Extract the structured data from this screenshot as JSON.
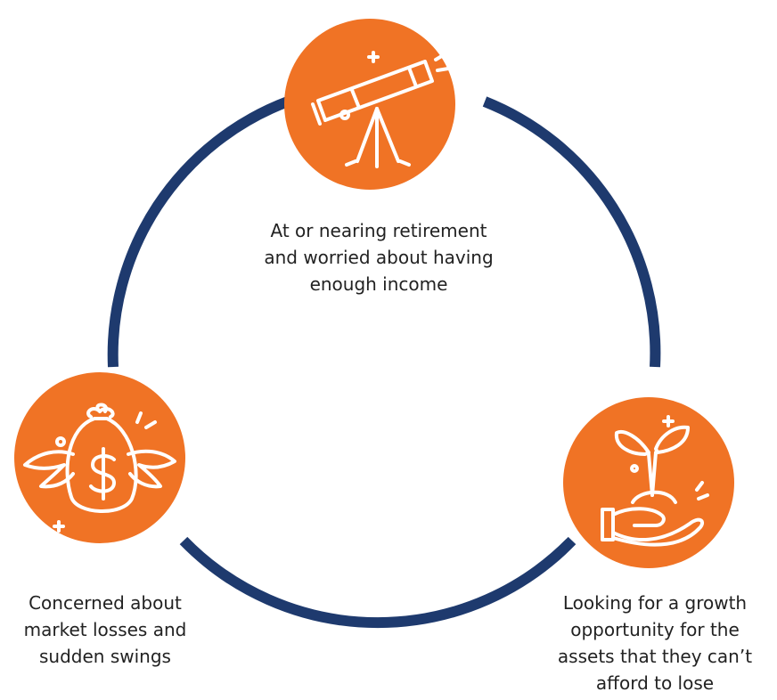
{
  "colors": {
    "ring": "#1e3a6e",
    "accent": "#f07325",
    "icon_line": "#ffffff",
    "text": "#222222"
  },
  "nodes": [
    {
      "icon": "telescope-icon",
      "caption_lines": [
        "At or nearing retirement",
        "and worried about having",
        "enough income"
      ]
    },
    {
      "icon": "flying-money-bag-icon",
      "caption_lines": [
        "Concerned about",
        "market losses and",
        "sudden swings"
      ]
    },
    {
      "icon": "hand-holding-plant-icon",
      "caption_lines": [
        "Looking for a growth",
        "opportunity for the",
        "assets that they can’t",
        "afford to lose"
      ]
    }
  ]
}
